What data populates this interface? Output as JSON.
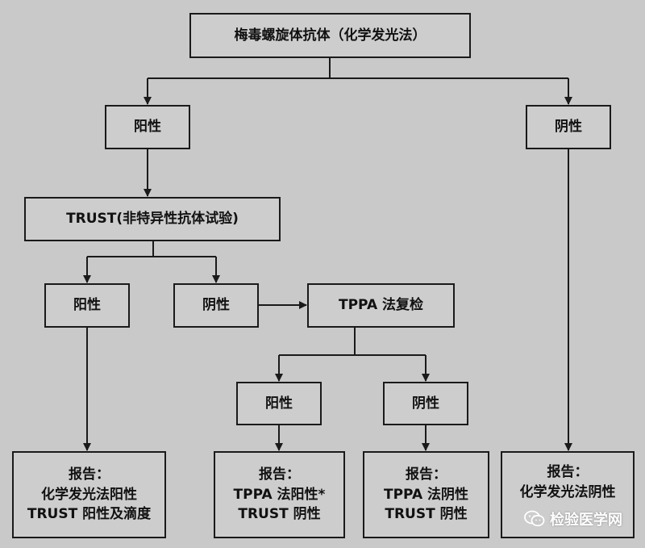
{
  "nodes": {
    "root": "梅毒螺旋体抗体（化学发光法）",
    "left_positive": "阳性",
    "right_negative": "阴性",
    "trust": "TRUST(非特异性抗体试验)",
    "trust_positive": "阳性",
    "trust_negative": "阴性",
    "tppa": "TPPA 法复检",
    "tppa_positive": "阳性",
    "tppa_negative": "阴性"
  },
  "reports": {
    "r1": [
      "报告：",
      "化学发光法阳性",
      "TRUST 阳性及滴度"
    ],
    "r2": [
      "报告：",
      "TPPA 法阳性*",
      "TRUST 阴性"
    ],
    "r3": [
      "报告：",
      "TPPA 法阴性",
      "TRUST 阴性"
    ],
    "r4": [
      "报告：",
      "化学发光法阴性"
    ]
  },
  "watermark": {
    "text": "检验医学网",
    "icon": "wechat-icon"
  },
  "colors": {
    "background": "#c9c9c9",
    "line": "#1a1a1a",
    "watermark": "#ffffff"
  }
}
